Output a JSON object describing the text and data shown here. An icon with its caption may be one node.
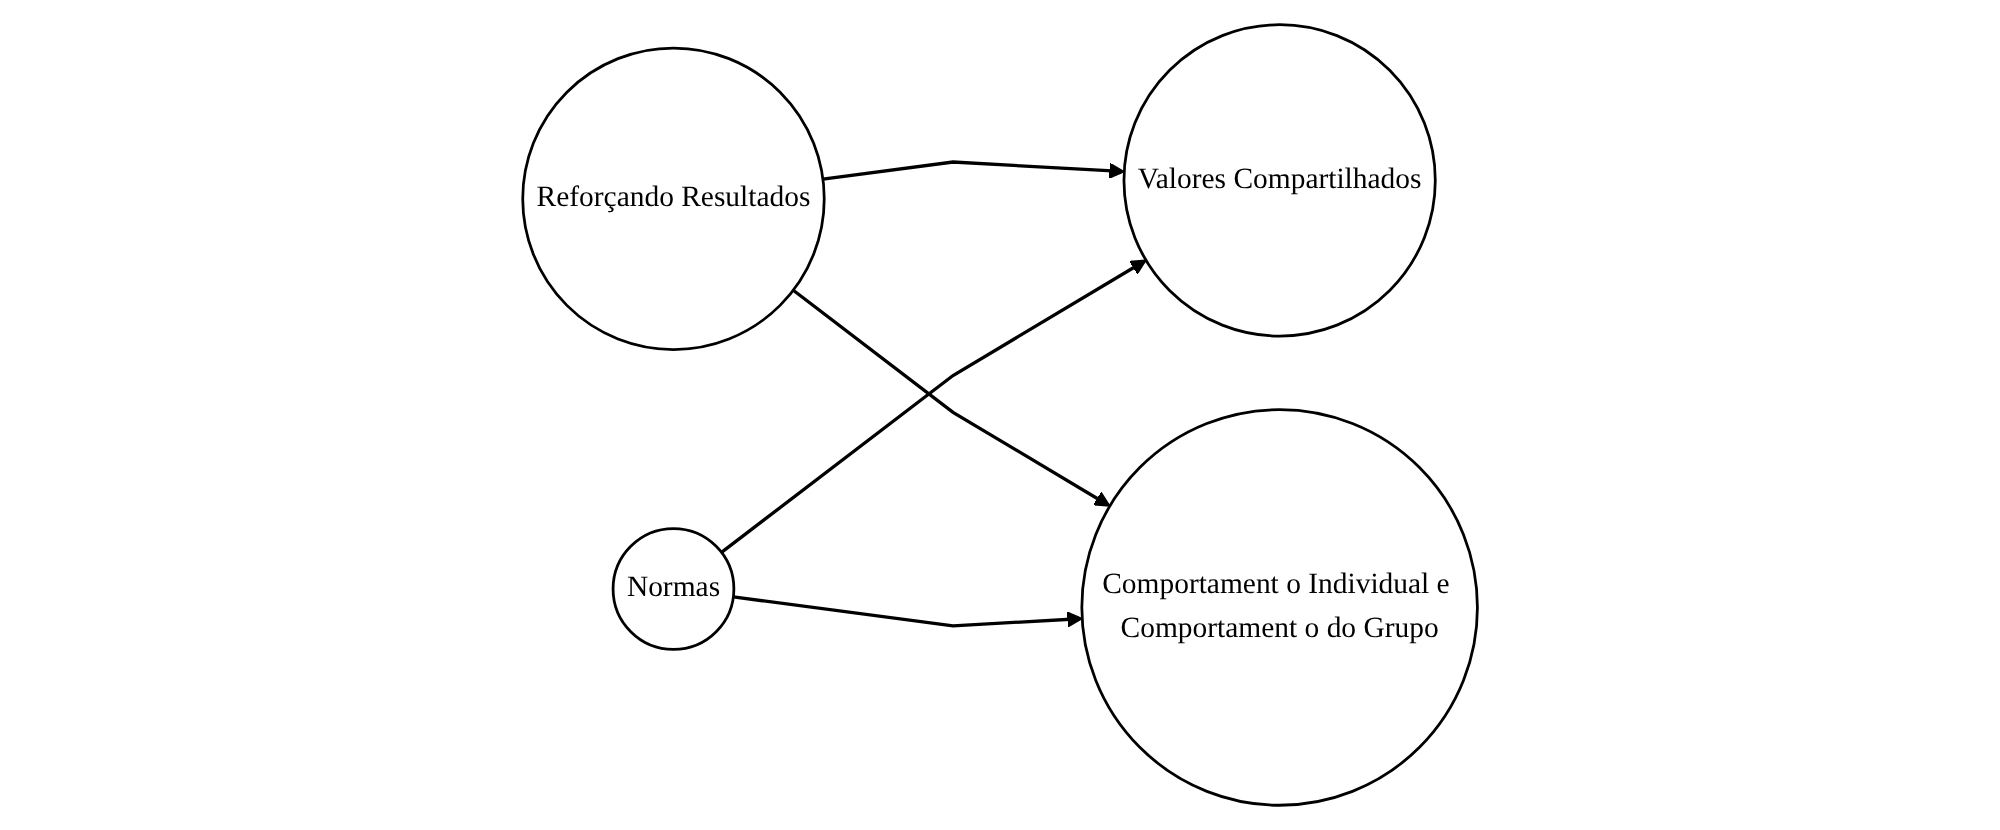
{
  "diagram": {
    "nodes": [
      {
        "text": [
          "Valores Compartilhados"
        ]
      },
      {
        "text": [
          "Reforçando Resultados"
        ]
      },
      {
        "text": [
          "Normas"
        ]
      },
      {
        "text": [
          "Comportament o Individual e Comportament o do Grupo"
        ]
      }
    ],
    "edges": [
      {
        "from": 1,
        "to": 0,
        "arrow": "to"
      },
      {
        "from": 1,
        "to": 3,
        "arrow": "to"
      },
      {
        "from": 2,
        "to": 0,
        "arrow": "to"
      },
      {
        "from": 2,
        "to": 3,
        "arrow": "to"
      }
    ]
  }
}
